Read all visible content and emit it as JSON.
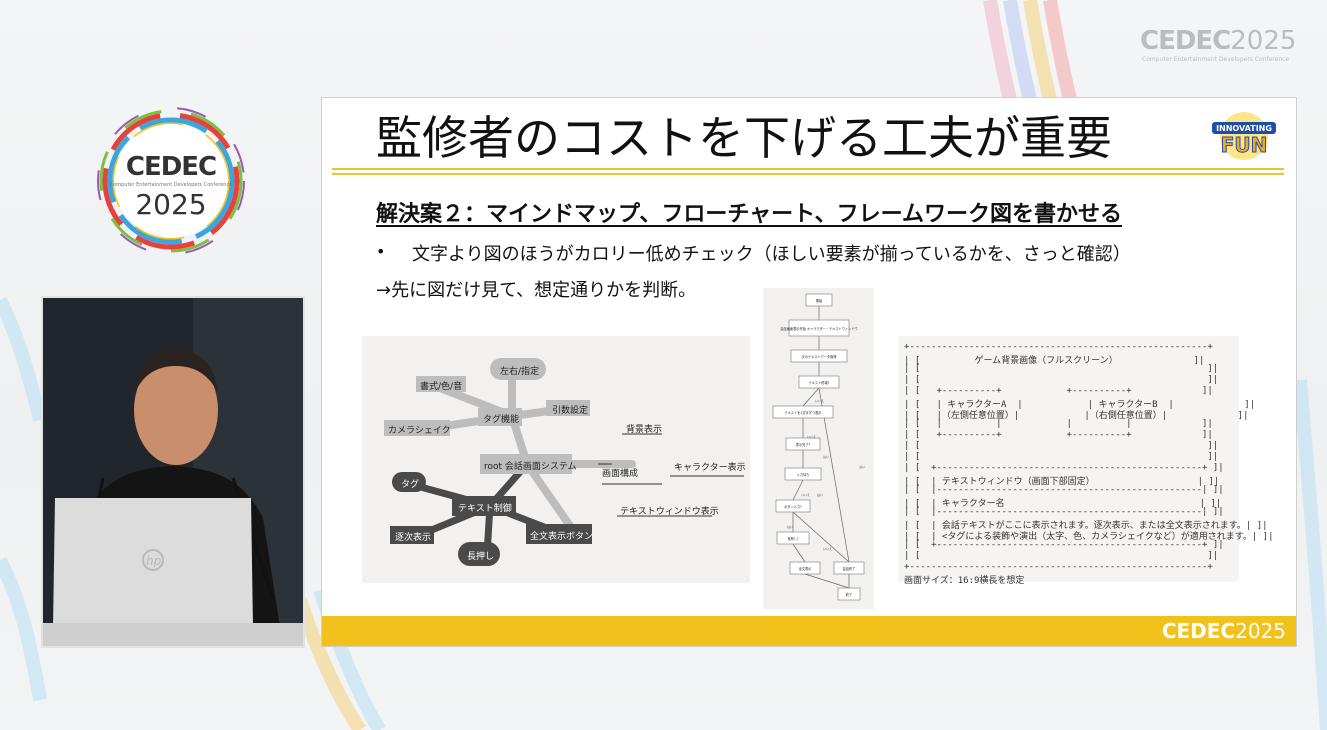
{
  "header_logo": {
    "word": "CEDEC",
    "year": "2025",
    "sub": "Computer Entertainment Developers Conference"
  },
  "circle_logo": {
    "word": "CEDEC",
    "sub": "Computer Entertainment Developers Conference",
    "year": "2025"
  },
  "slide": {
    "title": "監修者のコストを下げる工夫が重要",
    "badge": {
      "line1": "INNOVATING",
      "line2": "FUN"
    },
    "subheading": "解決案２：マインドマップ、フローチャート、フレームワーク図を書かせる",
    "bullet_marker": "•",
    "bullet_text": "文字より図のほうがカロリー低めチェック（ほしい要素が揃っているかを、さっと確認）",
    "arrow_text": "→先に図だけ見て、想定通りかを判断。",
    "footer_logo": {
      "word": "CEDEC",
      "year": "2025"
    }
  },
  "mindmap": {
    "center": "root 会話画面システム",
    "tag_feature": "タグ機能",
    "text_control": "テキスト制御",
    "screen_layout": "画面構成",
    "nodes": {
      "left_right": "左右/指定",
      "format": "書式/色/音",
      "args": "引数設定",
      "camera_shake": "カメラシェイク",
      "bg_display": "背景表示",
      "char_display": "キャラクター表示",
      "textwin_display": "テキストウィンドウ表示",
      "tag": "タグ",
      "sequential": "逐次表示",
      "full_button": "全文表示ボタン",
      "long_press": "長押し"
    }
  },
  "flowchart": {
    "nodes": [
      "開始",
      "会話画面表示开始 キャラクター・テキストウィンドウ",
      "次のテキストデータ取得",
      "テキスト終端?",
      "テキストを1文字ずつ表示",
      "表示完了?",
      "入力待ち",
      "ボタン入力?",
      "長押し?",
      "全文表示",
      "会話終了",
      "終了"
    ],
    "edge_labels": [
      "いいえ",
      "はい",
      "いいえ",
      "はい",
      "いいえ",
      "はい",
      "はい",
      "いいえ"
    ]
  },
  "framework": {
    "lines": [
      "+-------------------------------------------------------+",
      "| [          ゲーム背景画像（フルスクリーン）              ]|",
      "| [                                                     ]|",
      "| [                                                     ]|",
      "| [   +----------+            +----------+             ]|",
      "| [   | キャラクターA  |            | キャラクターB  |             ]|",
      "| [   |（左側任意位置）|            |（右側任意位置）|             ]|",
      "| [   |          |            |          |             ]|",
      "| [   +----------+            +----------+             ]|",
      "| [                                                     ]|",
      "| [                                                     ]|",
      "| [  +-------------------------------------------------+ ]|",
      "| [  | テキストウィンドウ（画面下部固定）                   | ]|",
      "| [  |-------------------------------------------------| ]|",
      "| [  | キャラクター名                                    | ]|",
      "| [  |-------------------------------------------------| ]|",
      "| [  | 会話テキストがここに表示されます。逐次表示、または全文表示されます。| ]|",
      "| [  | <タグによる装飾や演出（太字、色、カメラシェイクなど）が適用されます。| ]|",
      "| [  +-------------------------------------------------+ ]|",
      "| [                                                     ]|",
      "+-------------------------------------------------------+",
      "画面サイズ：16:9横長を想定"
    ]
  }
}
